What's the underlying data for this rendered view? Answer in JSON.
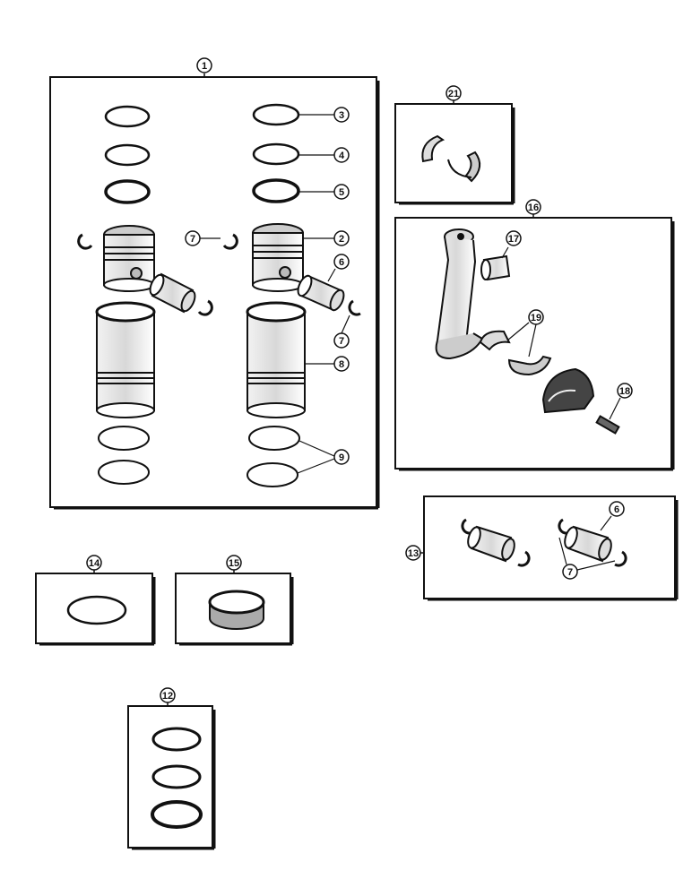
{
  "figure": {
    "kit_labels": {
      "main_kit": "1",
      "bearing_kit": "21",
      "rod_kit": "16",
      "pin_kit": "13",
      "seal_kit": "14",
      "sleeve_kit": "15",
      "ring_kit": "12"
    },
    "callouts": {
      "c3": "3",
      "c4": "4",
      "c5": "5",
      "c2": "2",
      "c7a": "7",
      "c6a": "6",
      "c7b": "7",
      "c8": "8",
      "c9": "9",
      "c17": "17",
      "c19": "19",
      "c18": "18",
      "c6b": "6",
      "c7c": "7"
    }
  }
}
